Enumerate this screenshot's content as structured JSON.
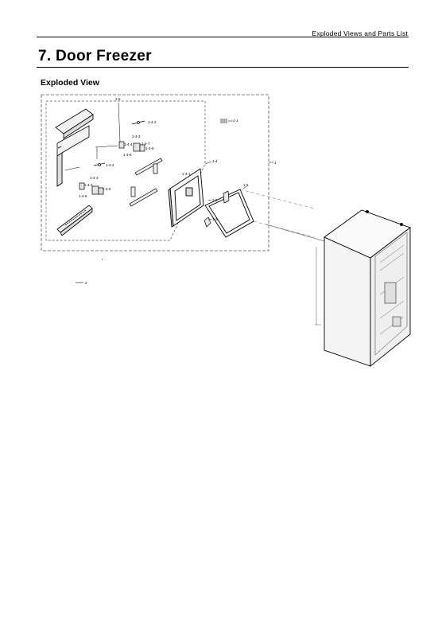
{
  "header": {
    "section_title": "Exploded Views and Parts List"
  },
  "page": {
    "title": "7.  Door Freezer",
    "subtitle": "Exploded View"
  },
  "callouts": {
    "c1": "1",
    "c1_1": "1-1",
    "c1_2": "1-2",
    "c1_3": "1-3",
    "c1_4": "1-4",
    "c1_4_1": "1-4-1",
    "c1_4_2a": "1-4-2",
    "c1_4_2b": "1-4-2",
    "c1_4_3a": "1-4-3",
    "c1_4_3b": "1-4-3",
    "c1_4_4a": "1-4-4",
    "c1_4_4b": "1-4-4",
    "c1_4_5a": "1-4-5",
    "c1_4_5b": "1-4-5",
    "c1_4_6a": "1-4-6",
    "c1_4_6b": "1-4-6",
    "c1_4_7": "1-4-7",
    "c1_5": "1-5",
    "c1_6": "1-6",
    "c2": "2"
  },
  "colors": {
    "line": "#000000",
    "part_fill": "#f2f2f2",
    "dash": "#555555"
  }
}
